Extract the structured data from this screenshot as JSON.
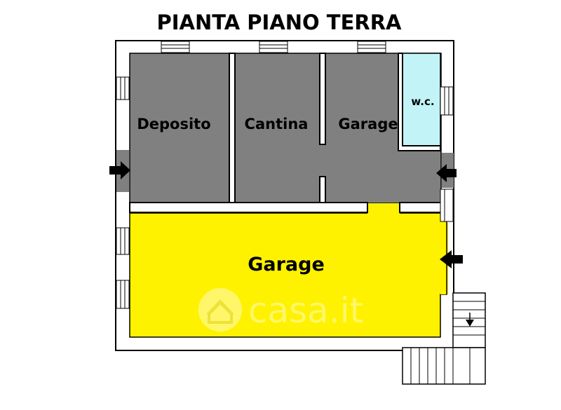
{
  "title": "PIANTA PIANO TERRA",
  "rooms": {
    "deposito": "Deposito",
    "cantina": "Cantina",
    "garage_small": "Garage",
    "wc": "w.c.",
    "garage_large": "Garage"
  },
  "watermark": "casa.it",
  "colors": {
    "room_gray": "#808080",
    "wc_fill": "#c2f4f7",
    "garage_fill": "#fff200",
    "wall": "#ffffff",
    "line": "#000000"
  },
  "icons": [
    "arrow-right-icon",
    "arrow-left-icon",
    "arrow-down-icon",
    "casa-logo-icon"
  ]
}
